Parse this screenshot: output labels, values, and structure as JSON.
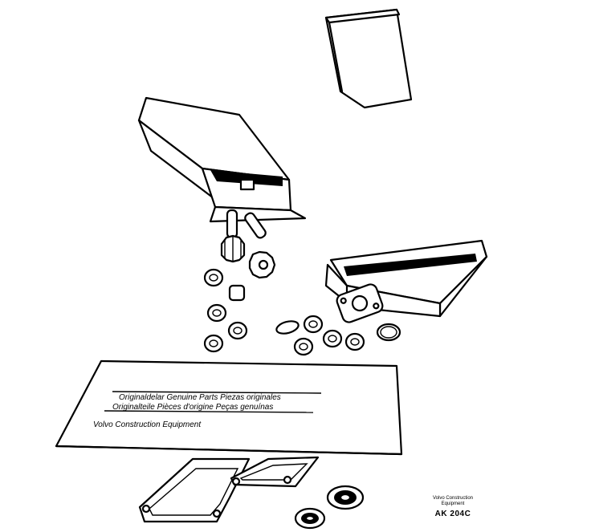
{
  "plate": {
    "line1": "Originaldelar   Genuine Parts   Piezas originales",
    "line2": "Originalteile   Pièces d'origine   Peças genuínas",
    "brand": "Volvo Construction Equipment"
  },
  "caption": {
    "company_line1": "Volvo Construction",
    "company_line2": "Equipment",
    "code_prefix": "AK",
    "code_number": "204C"
  }
}
